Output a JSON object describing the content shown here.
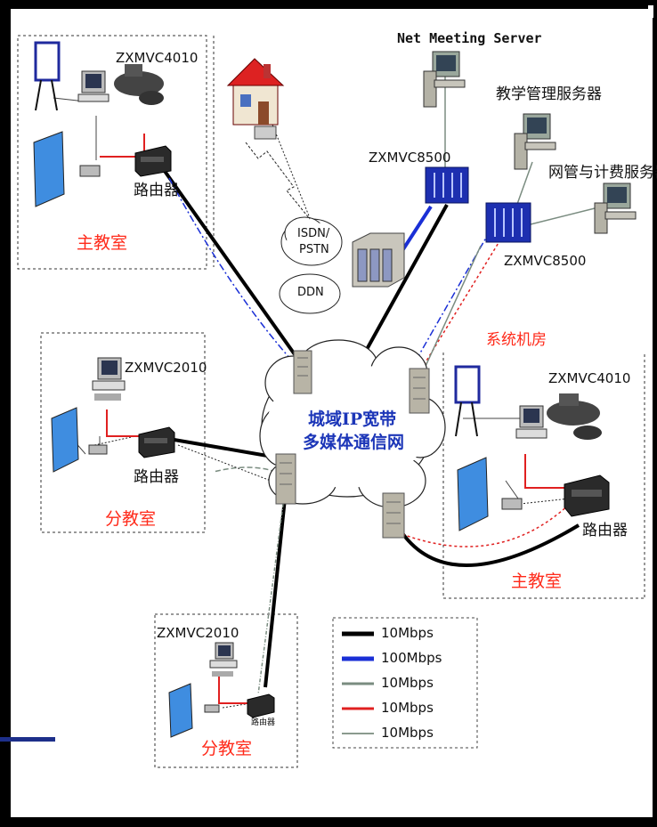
{
  "labels": {
    "net_meeting_server": "Net Meeting Server",
    "teaching_mgmt_server": "教学管理服务器",
    "billing_server": "网管与计费服务器",
    "zxmvc4010_top": "ZXMVC4010",
    "zxmvc4010_right": "ZXMVC4010",
    "zxmvc8500_a": "ZXMVC8500",
    "zxmvc8500_b": "ZXMVC8500",
    "zxmvc2010_left": "ZXMVC2010",
    "zxmvc2010_bottom": "ZXMVC2010",
    "isdn_pstn_1": "ISDN/",
    "isdn_pstn_2": "PSTN",
    "ddn": "DDN",
    "router_top": "路由器",
    "router_left": "路由器",
    "router_right": "路由器",
    "router_bottom": "路由器",
    "main_room_top": "主教室",
    "main_room_right": "主教室",
    "branch_room_left": "分教室",
    "branch_room_bottom": "分教室",
    "system_room": "系统机房",
    "cloud_line1": "城域IP宽带",
    "cloud_line2": "多媒体通信网"
  },
  "legend": {
    "items": [
      {
        "label": "10Mbps",
        "color": "#000000"
      },
      {
        "label": "100Mbps",
        "color": "#1a2fd6"
      },
      {
        "label": "10Mbps",
        "color": "#7a8c80"
      },
      {
        "label": "10Mbps",
        "color": "#e02020"
      },
      {
        "label": "10Mbps",
        "color": "#8a9a8e"
      }
    ]
  },
  "colors": {
    "room_label": "#ff2a1a",
    "cloud_text": "#1c36b8",
    "hub_blue": "#1d2fb0",
    "link_black": "#000000",
    "link_blue": "#1a2fd6",
    "link_red": "#e02020"
  }
}
